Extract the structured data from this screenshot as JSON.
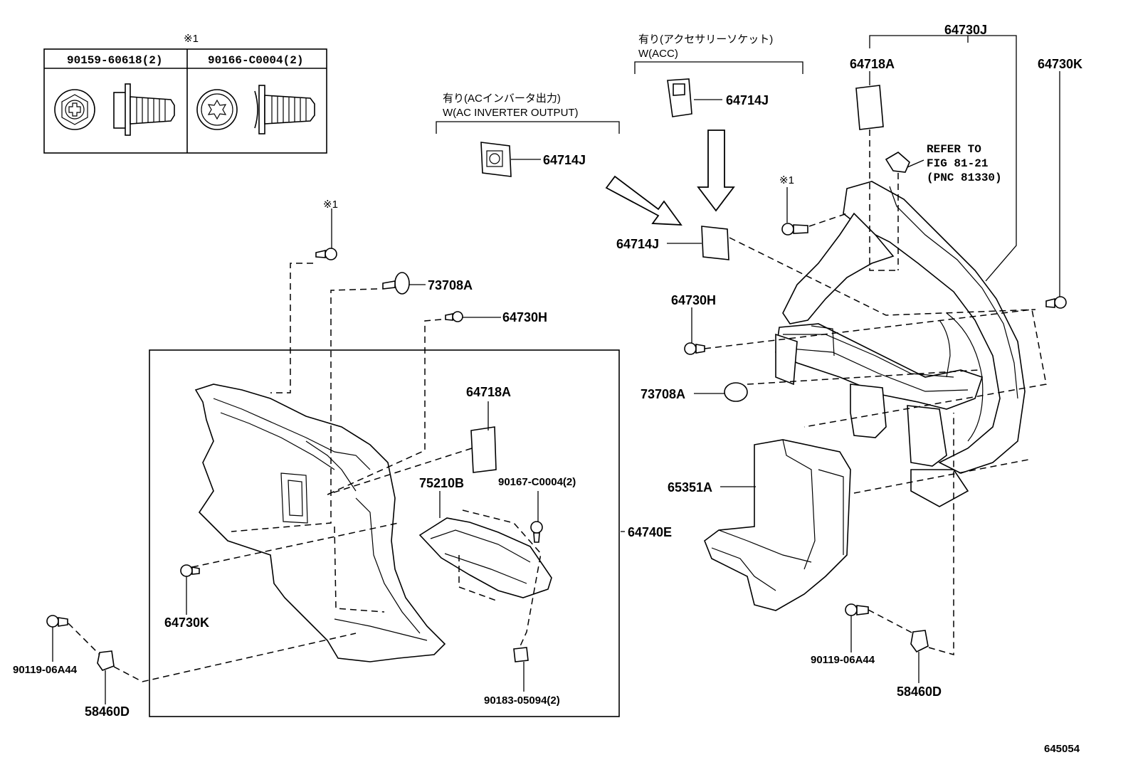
{
  "fastener_table": {
    "mark": "※1",
    "col1": "90159-60618(2)",
    "col2": "90166-C0004(2)"
  },
  "notes": {
    "ac_inverter_jp": "有り(ACインバータ出力)",
    "ac_inverter_en": "W(AC INVERTER OUTPUT)",
    "acc_socket_jp": "有り(アクセサリーソケット)",
    "acc_socket_en": "W(ACC)",
    "refer_line1": "REFER TO",
    "refer_line2": "FIG 81-21",
    "refer_line3": "(PNC 81330)"
  },
  "labels": {
    "p64730J": "64730J",
    "p64718A_top": "64718A",
    "p64730K_right": "64730K",
    "p64714J_acc": "64714J",
    "p64714J_inv": "64714J",
    "p64714J_mid": "64714J",
    "mark1_right": "※1",
    "mark1_left": "※1",
    "p64730H_right": "64730H",
    "p73708A_right": "73708A",
    "p65351A": "65351A",
    "p90119_right": "90119-06A44",
    "p58460D_right": "58460D",
    "p73708A_left": "73708A",
    "p64730H_left": "64730H",
    "p64718A_left": "64718A",
    "p75210B": "75210B",
    "p90167": "90167-C0004(2)",
    "p64740E": "64740E",
    "p64730K_left": "64730K",
    "p90183": "90183-05094(2)",
    "p90119_left": "90119-06A44",
    "p58460D_left": "58460D",
    "figure_id": "645054"
  }
}
